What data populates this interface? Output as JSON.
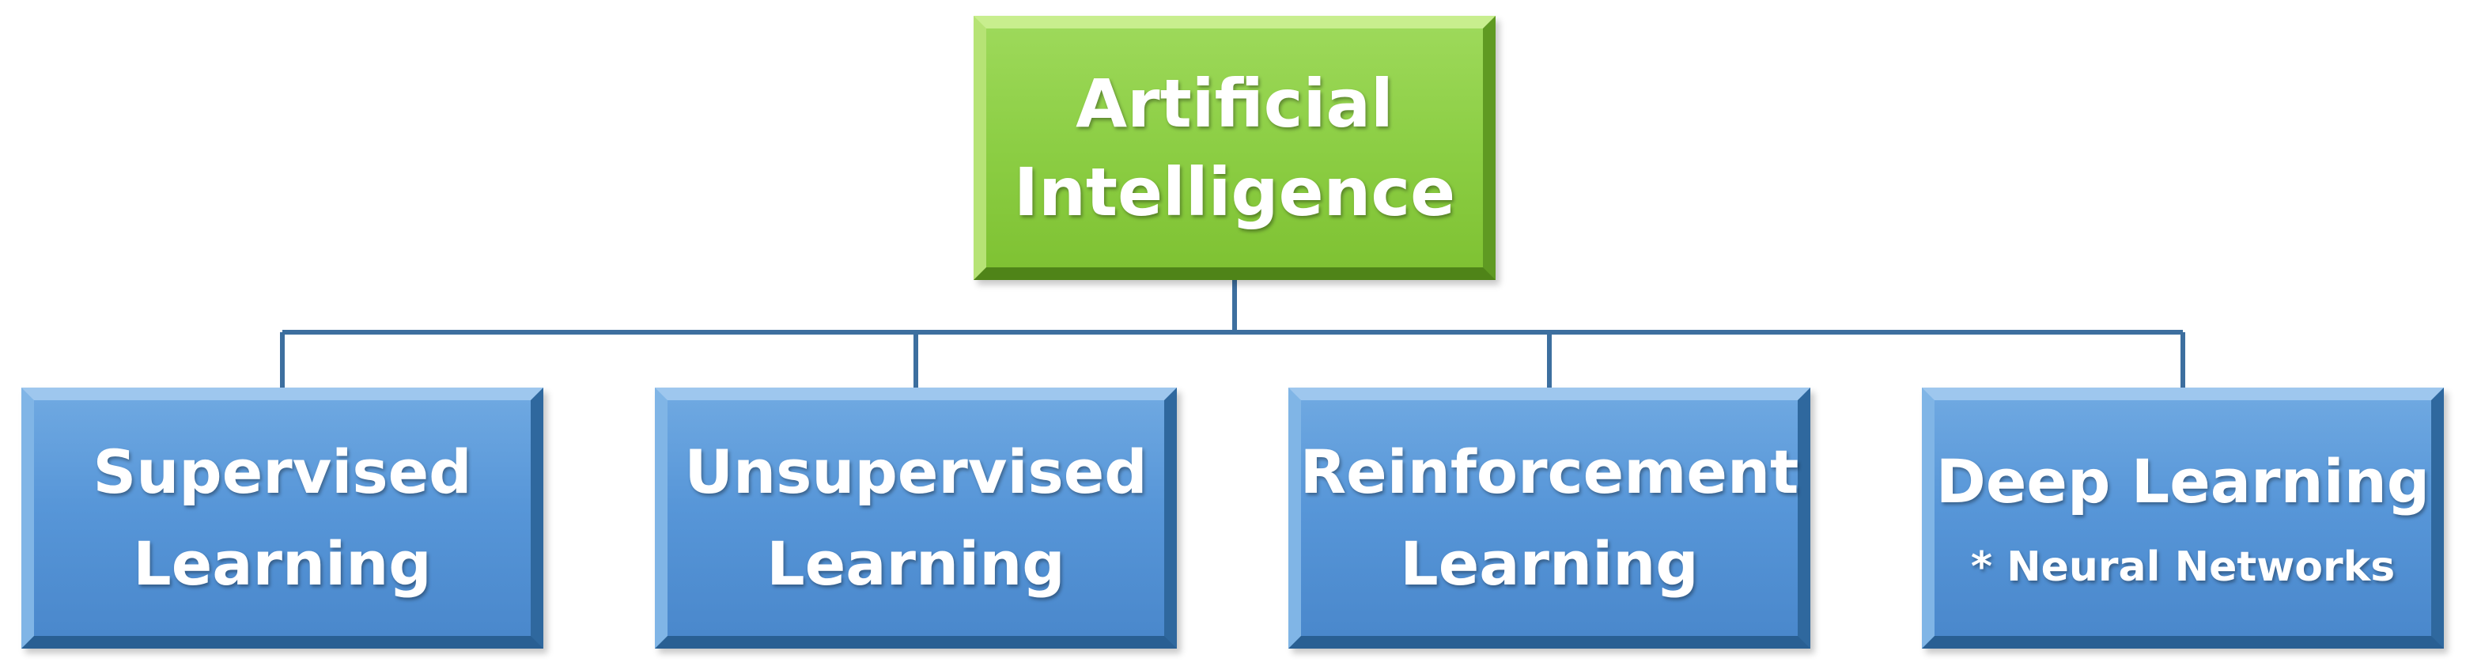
{
  "root": {
    "line1": "Artificial",
    "line2": "Intelligence"
  },
  "children": [
    {
      "line1": "Supervised",
      "line2": "Learning"
    },
    {
      "line1": "Unsupervised",
      "line2": "Learning"
    },
    {
      "line1": "Reinforcement",
      "line2": "Learning"
    },
    {
      "line1": "Deep Learning",
      "note": "* Neural Networks"
    }
  ],
  "colors": {
    "root_fill": "#8cce44",
    "child_fill": "#5796d8",
    "connector": "#3d6f9f",
    "text": "#ffffff"
  }
}
